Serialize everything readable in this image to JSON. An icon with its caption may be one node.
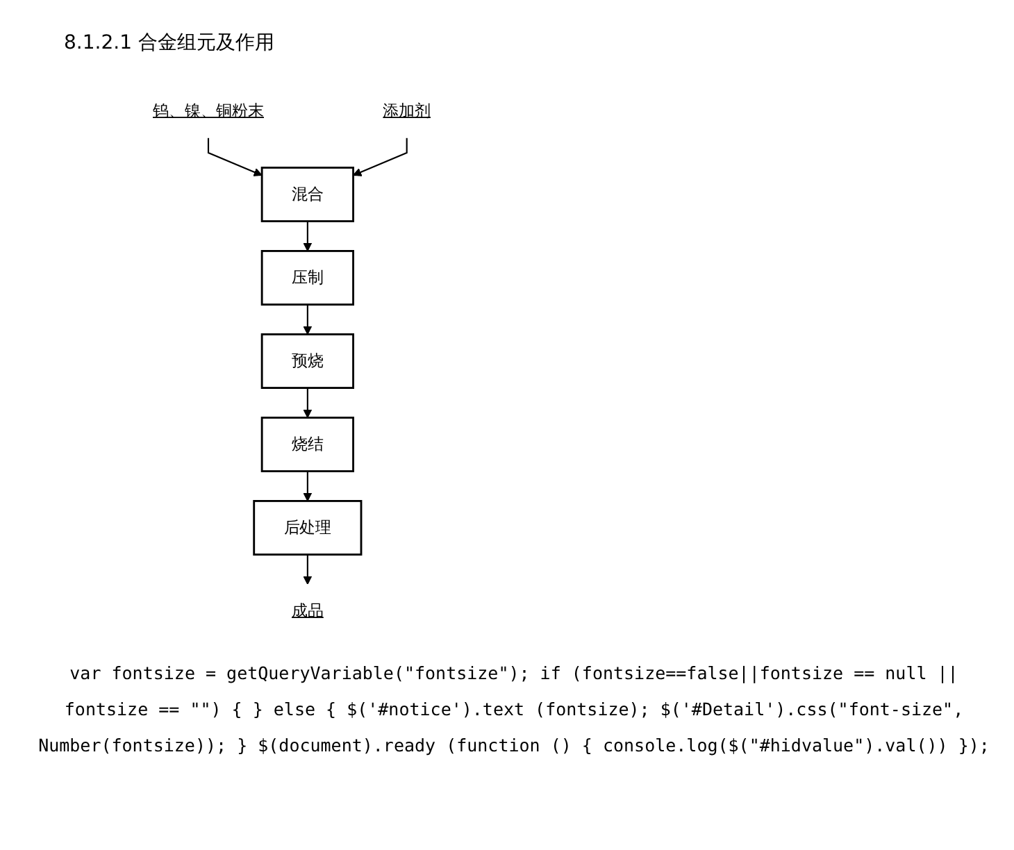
{
  "diagram": {
    "title": "8.1.2.1 合金组元及作用",
    "nodes": [
      {
        "text": [
          "钨、镍、铜粉末"
        ]
      },
      {
        "text": [
          "添加剂"
        ]
      },
      {
        "text": [
          "混合"
        ]
      },
      {
        "text": [
          "压制"
        ]
      },
      {
        "text": [
          "预烧"
        ]
      },
      {
        "text": [
          "烧结"
        ]
      },
      {
        "text": [
          "后处理"
        ]
      },
      {
        "text": [
          "成品"
        ]
      }
    ],
    "edges": [
      {
        "from": 0,
        "to": 2,
        "arrow": "to"
      },
      {
        "from": 1,
        "to": 2,
        "arrow": "to"
      },
      {
        "from": 2,
        "to": 3,
        "arrow": "to"
      },
      {
        "from": 3,
        "to": 4,
        "arrow": "to"
      },
      {
        "from": 4,
        "to": 5,
        "arrow": "to"
      },
      {
        "from": 5,
        "to": 6,
        "arrow": "to"
      },
      {
        "from": 6,
        "to": 7,
        "arrow": "to"
      }
    ],
    "labels": [
      "var fontsize = getQueryVariable(\"fontsize\"); if (fontsize==false||fontsize == null || fontsize == \"\") { } else { $('#notice').text (fontsize); $('#Detail').css(\"font-size\", Number(fontsize)); } $(document).ready (function () { console.log($(\"#hidvalue\").val()) });"
    ]
  }
}
